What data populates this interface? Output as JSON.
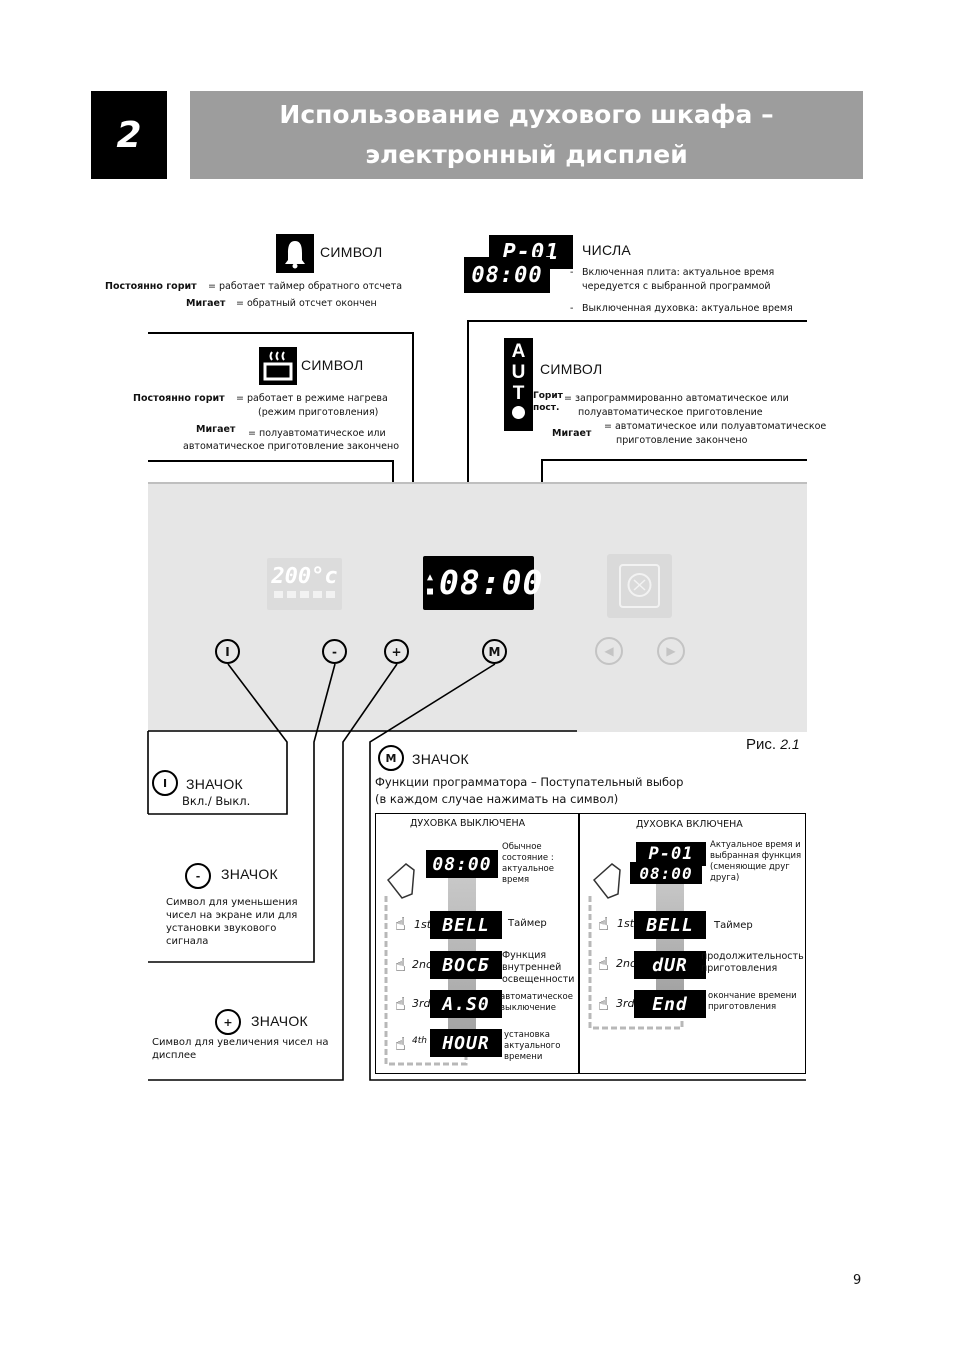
{
  "header": {
    "chapter_number": "2",
    "title_line1": "Использование духового шкафа –",
    "title_line2": "электронный дисплей"
  },
  "bell_symbol": {
    "heading": "СИМВОЛ",
    "steady_label": "Постоянно горит",
    "steady_text": "= работает таймер обратного отсчета",
    "blink_label": "Мигает",
    "blink_text": "= обратный отсчет окончен"
  },
  "numbers": {
    "heading": "ЧИСЛА",
    "display_top": "P-01",
    "display_bottom": "08:00",
    "text_on_line1": "Включенная плита: актуальное время",
    "text_on_line2": "чередуется с выбранной программой",
    "text_off": "Выключенная духовка: актуальное время",
    "dash": "-"
  },
  "cook_symbol": {
    "heading": "СИМВОЛ",
    "steady_label": "Постоянно горит",
    "steady_text_line1": "= работает в режиме нагрева",
    "steady_text_line2": "(режим приготовления)",
    "blink_label": "Мигает",
    "blink_text_line1": "= полуавтоматическое или",
    "blink_text_line2": "автоматическое приготовление закончено"
  },
  "auto_symbol": {
    "letters": [
      "A",
      "U",
      "T"
    ],
    "heading": "СИМВОЛ",
    "steady_label_line1": "Горит",
    "steady_label_line2": "пост.",
    "steady_text_line1": "= запрограммированно автоматическое или",
    "steady_text_line2": "полуавтоматическое приготовление",
    "blink_label": "Мигает",
    "blink_text_line1": "= автоматическое или полуавтоматическое",
    "blink_text_line2": "приготовление закончено"
  },
  "panel": {
    "main_display": "08:00",
    "ghost_display": "200°c",
    "buttons": [
      "I",
      "-",
      "+",
      "M"
    ]
  },
  "figure_label": "Рис.",
  "figure_number": "2.1",
  "power_icon": {
    "heading": "ЗНАЧОК",
    "text": "Вкл./ Выкл."
  },
  "minus_icon": {
    "heading": "ЗНАЧОК",
    "text_line1": "Символ для уменьшения",
    "text_line2": "чисел на экране или для",
    "text_line3": "установки звукового",
    "text_line4": "сигнала"
  },
  "plus_icon": {
    "heading": "ЗНАЧОК",
    "text_line1": "Символ для увеличения чисел на",
    "text_line2": "дисплее"
  },
  "m_icon": {
    "heading": "ЗНАЧОК",
    "text_line1": "Функции программатора – Поступательный выбор",
    "text_line2": "(в каждом случае нажимать на символ)"
  },
  "oven_off": {
    "heading": "ДУХОВКА ВЫКЛЮЧЕНА",
    "steps": [
      {
        "ord": "",
        "lcd": "08:00",
        "text": [
          "Обычное",
          "состояние :",
          "актуальное",
          "время"
        ]
      },
      {
        "ord": "1st",
        "lcd": "BELL",
        "text": [
          "Таймер"
        ]
      },
      {
        "ord": "2nd",
        "lcd": "BOСБ",
        "text": [
          "Функция",
          "внутренней",
          "освещенности"
        ]
      },
      {
        "ord": "3rd",
        "lcd": "A.S0",
        "text": [
          "автоматическое",
          "выключение"
        ]
      },
      {
        "ord": "4th",
        "lcd": "HOUR",
        "text": [
          "установка",
          "актуального",
          "времени"
        ]
      }
    ]
  },
  "oven_on": {
    "heading": "ДУХОВКА ВКЛЮЧЕНА",
    "steps": [
      {
        "ord": "",
        "lcd": "P-01",
        "lcd2": "08:00",
        "text": [
          "Актуальное время и",
          "выбранная функция",
          "(сменяющие друг",
          "друга)"
        ]
      },
      {
        "ord": "1st",
        "lcd": "BELL",
        "text": [
          "Таймер"
        ]
      },
      {
        "ord": "2nd",
        "lcd": "dUR",
        "text": [
          "продолжительность",
          "приготовления"
        ]
      },
      {
        "ord": "3rd",
        "lcd": "End",
        "text": [
          "окончание времени",
          "приготовления"
        ]
      }
    ]
  },
  "page_number": "9"
}
